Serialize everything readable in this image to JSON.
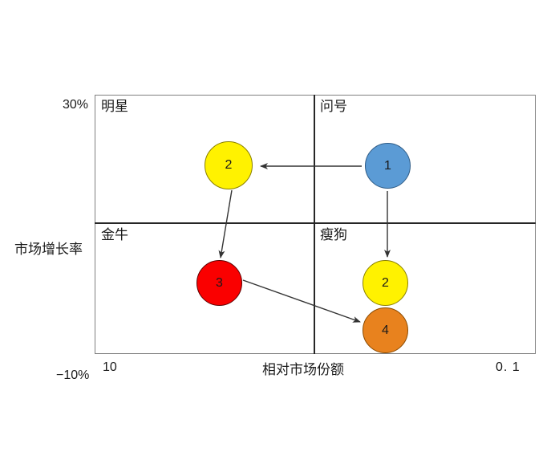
{
  "diagram": {
    "type": "bcg-growth-share-matrix",
    "background_color": "#ffffff"
  },
  "axes": {
    "y": {
      "title": "市场增长率",
      "tick_top": "30%",
      "tick_bottom": "−10%"
    },
    "x": {
      "title": "相对市场份额",
      "tick_left": "10",
      "tick_right": "0. 1"
    }
  },
  "quadrants": {
    "top_left": {
      "label": "明星"
    },
    "top_right": {
      "label": "问号"
    },
    "bottom_left": {
      "label": "金牛"
    },
    "bottom_right": {
      "label": "瘦狗"
    }
  },
  "bubbles": [
    {
      "id": "star-2",
      "label": "2",
      "color": "#FFF200",
      "quadrant": "明星"
    },
    {
      "id": "question-1",
      "label": "1",
      "color": "#5B9BD5",
      "quadrant": "问号"
    },
    {
      "id": "cow-3",
      "label": "3",
      "color": "#FA0000",
      "quadrant": "金牛"
    },
    {
      "id": "dog-2",
      "label": "2",
      "color": "#FFF200",
      "quadrant": "瘦狗"
    },
    {
      "id": "dog-4",
      "label": "4",
      "color": "#E8821E",
      "quadrant": "瘦狗"
    }
  ],
  "arrows": [
    {
      "id": "question-1-to-star-2",
      "from": "question-1",
      "to": "star-2",
      "direction": "left"
    },
    {
      "id": "question-1-to-dog-2",
      "from": "question-1",
      "to": "dog-2",
      "direction": "down"
    },
    {
      "id": "star-2-to-cow-3",
      "from": "star-2",
      "to": "cow-3",
      "direction": "down-left"
    },
    {
      "id": "cow-3-to-dog-4",
      "from": "cow-3",
      "to": "dog-4",
      "direction": "down-right"
    }
  ],
  "colors": {
    "frame": "#808080",
    "divider": "#262626",
    "arrow": "#333333",
    "text": "#1a1a1a"
  }
}
